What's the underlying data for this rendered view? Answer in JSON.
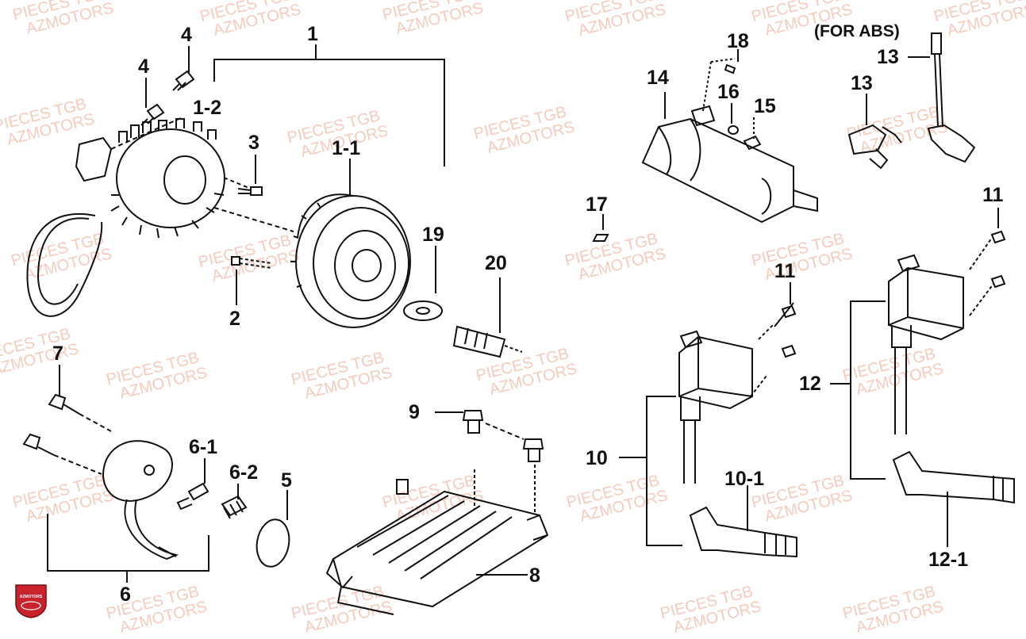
{
  "watermark": {
    "line1": "PIECES TGB",
    "line2": "AZMOTORS"
  },
  "logo_text": "AZMOTORS",
  "colors": {
    "ink": "#111111",
    "watermark": "#f3b9a6",
    "logo_red": "#c8232c"
  },
  "labels": {
    "l1": "1",
    "l1_1": "1-1",
    "l1_2": "1-2",
    "l2": "2",
    "l3": "3",
    "l4a": "4",
    "l4b": "4",
    "l5": "5",
    "l6": "6",
    "l6_1": "6-1",
    "l6_2": "6-2",
    "l7": "7",
    "l8": "8",
    "l9": "9",
    "l10": "10",
    "l10_1": "10-1",
    "l11a": "11",
    "l11b": "11",
    "l12": "12",
    "l12_1": "12-1",
    "l13a": "13",
    "l13b": "13",
    "l14": "14",
    "l15": "15",
    "l16": "16",
    "l17": "17",
    "l18": "18",
    "l19": "19",
    "l20": "20",
    "abs": "(FOR ABS)"
  }
}
